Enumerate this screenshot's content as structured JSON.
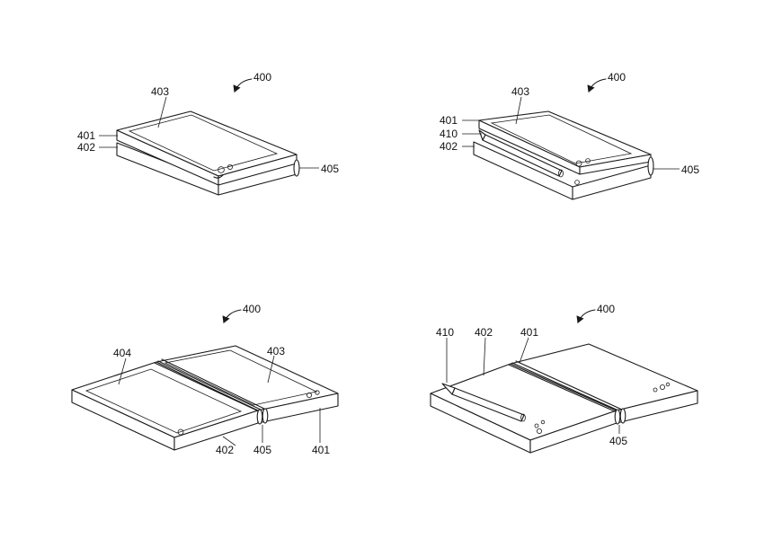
{
  "figures": {
    "top_left": {
      "ref": "400",
      "labels": {
        "display": "403",
        "upper_housing": "401",
        "lower_housing": "402",
        "hinge": "405"
      }
    },
    "top_right": {
      "ref": "400",
      "labels": {
        "display": "403",
        "upper_housing": "401",
        "stylus": "410",
        "lower_housing": "402",
        "hinge": "405"
      }
    },
    "bottom_left": {
      "ref": "400",
      "labels": {
        "left_display": "404",
        "right_display": "403",
        "lower_housing": "402",
        "hinge": "405",
        "upper_housing": "401"
      }
    },
    "bottom_right": {
      "ref": "400",
      "labels": {
        "stylus": "410",
        "lower_housing": "402",
        "upper_housing": "401",
        "hinge": "405"
      }
    }
  },
  "colors": {
    "line": "#1a1a1a",
    "background": "#ffffff"
  }
}
